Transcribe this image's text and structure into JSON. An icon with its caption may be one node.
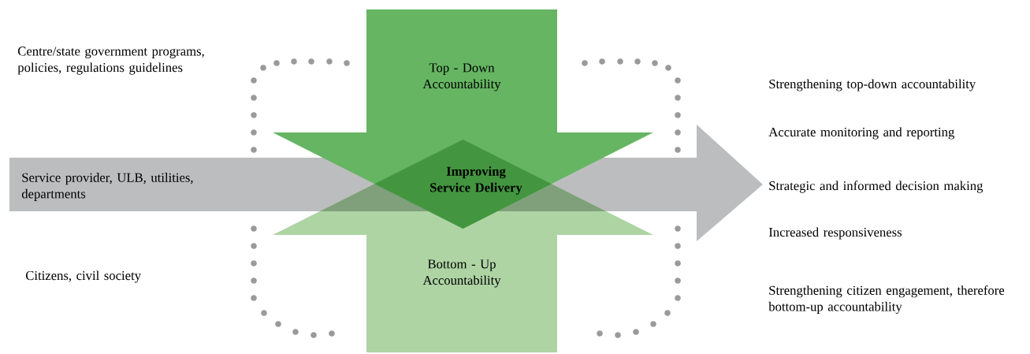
{
  "diagram": {
    "nodes": [
      {
        "text": [
          "Top - Down Accountability"
        ]
      },
      {
        "text": [
          "Bottom - Up Accountability"
        ]
      },
      {
        "text": [
          "Service provider, ULB, utilities, departments"
        ]
      },
      {
        "text": [
          "Improving Service Delivery"
        ]
      }
    ],
    "labels": [
      "Centre/state government programs, policies, regulations guidelines",
      "Strengthening top-down accountability",
      "Accurate monitoring and reporting",
      "Strategic and informed decision making",
      "Increased responsiveness",
      "Citizens, civil society",
      "Strengthening citizen engagement, therefore bottom-up accountability"
    ]
  }
}
